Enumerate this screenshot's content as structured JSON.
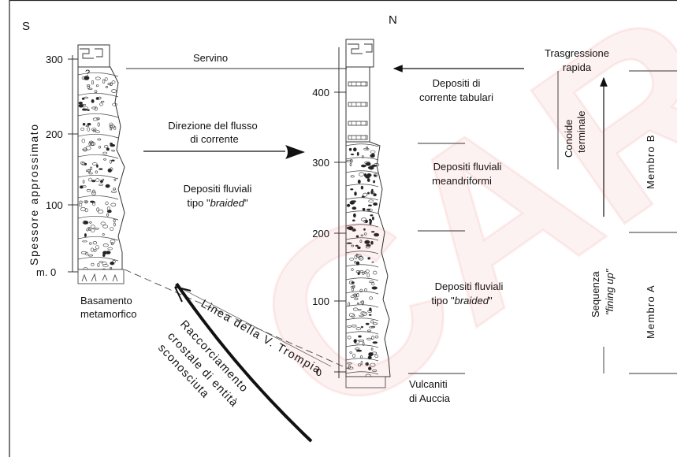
{
  "compass": {
    "south": "S",
    "north": "N"
  },
  "left_axis": {
    "label": "Spessore approssimato",
    "ticks": [
      "m. 0",
      "100",
      "200",
      "300"
    ],
    "question_mark": "?"
  },
  "right_axis": {
    "ticks": [
      "0",
      "100",
      "200",
      "300",
      "400"
    ]
  },
  "labels": {
    "servino": "Servino",
    "flow_direction": [
      "Direzione del flusso",
      "di corrente"
    ],
    "left_braided": [
      "Depositi fluviali",
      "tipo \"",
      "braided",
      "\""
    ],
    "basement": [
      "Basamento",
      "metamorfico"
    ],
    "fault": "Linea della V. Trompia",
    "shortening": [
      "Raccorciamento",
      "crostale di entità",
      "sconosciuta"
    ],
    "tabular": [
      "Depositi di",
      "corrente tabulari"
    ],
    "meander": [
      "Depositi fluviali",
      "meandriformi"
    ],
    "right_braided": [
      "Depositi fluviali",
      "tipo \"",
      "braided",
      "\""
    ],
    "vulcaniti": [
      "Vulcaniti",
      "di Auccia"
    ],
    "transgression": [
      "Trasgressione",
      "rapida"
    ],
    "conoide": [
      "Conoide",
      "terminale"
    ],
    "sequenza": [
      "Sequenza",
      "\"fining up\""
    ],
    "membro_b": "Membro B",
    "membro_a": "Membro A"
  },
  "watermark": "CARO",
  "colors": {
    "ink": "#111111",
    "watermark": "#e02020"
  }
}
